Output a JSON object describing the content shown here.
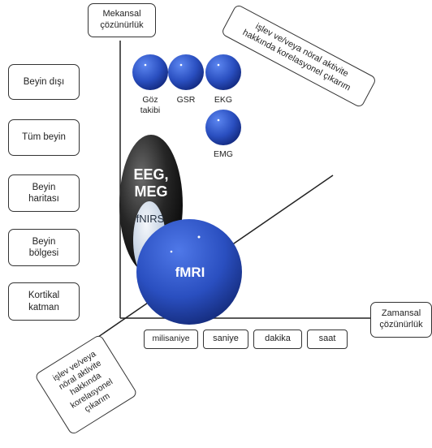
{
  "y_axis_label": "Mekansal\nçözünürlük",
  "x_axis_label": "Zamansal\nçözünürlük",
  "top_note": "işlev ve/veya nöral aktivite\nhakkında korelasyonel çıkarım",
  "bottom_note": "işlev ve/veya\nnöral aktivite\nhakkında\nkorelasyonel\nçıkarım",
  "spatial_levels": [
    "Beyin dışı",
    "Tüm beyin",
    "Beyin\nharitası",
    "Beyin\nbölgesi",
    "Kortikal\nkatman"
  ],
  "temporal_levels": [
    "milisaniye",
    "saniye",
    "dakika",
    "saat"
  ],
  "small_modalities": [
    {
      "name": "Göz\ntakibi"
    },
    {
      "name": "GSR"
    },
    {
      "name": "EKG"
    },
    {
      "name": "EMG"
    }
  ],
  "eeg_meg_label": "EEG,\nMEG",
  "fnirs_label": "fNIRS",
  "fmri_label": "fMRI",
  "colors": {
    "blue_sphere": "#2a4fc0",
    "dark_sphere": "#1a1a1a",
    "light_sphere": "#c9d6e6"
  }
}
